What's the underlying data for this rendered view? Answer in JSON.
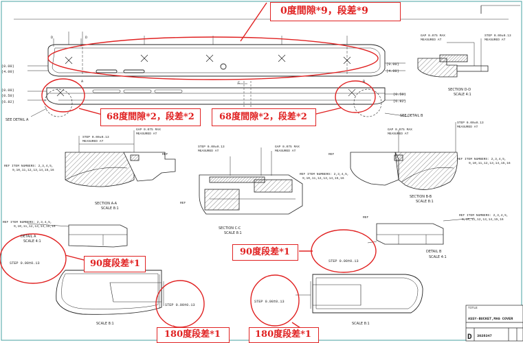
{
  "annotations": {
    "top": "0度間隙*9，段差*9",
    "left68": "68度間隙*2，段差*2",
    "right68": "68度間隙*2，段差*2",
    "left90": "90度段差*1",
    "right90": "90度段差*1",
    "left180": "180度段差*1",
    "right180": "180度段差*1"
  },
  "drawing": {
    "see_detail_a": "SEE DETAIL  A",
    "see_detail_b": "SEE DETAIL  B",
    "section_a": "SECTION  A-A",
    "section_b": "SECTION  B-B",
    "section_c": "SECTION  C-C",
    "section_d": "SECTION  D-D",
    "detail_a": "DETAIL  A",
    "detail_b": "DETAIL  B",
    "scale_8": "SCALE  8:1",
    "scale_4": "SCALE  4:1",
    "gap_note_1": "GAP 0.075 MAX",
    "gap_note_2": "MEASURED AT",
    "step_note_1": "STEP 0.00±0.13",
    "step_note_2": "MEASURED AT",
    "step_inline": "STEP 0.00±0.13",
    "ref_items": "REF ITEM NUMBERS: 2,3,4,5,",
    "ref_items_2": "9,10,11,12,13,14,15,16",
    "ref": "REF",
    "dims_left": [
      "(0.00)",
      "(4.00)",
      "(0.00)",
      "(0.50)",
      "(6.82)"
    ],
    "dims_right": [
      "(9.00)",
      "(4.00)",
      "(0.50)",
      "(6.82)"
    ],
    "title_block_label": "TITLE",
    "title_block_name": "ASSY-BUCKET,MAG COVER",
    "title_block_size": "D",
    "title_block_no": "3028347",
    "letter_a": "A",
    "letter_b": "B",
    "letter_c": "C",
    "letter_d": "D"
  },
  "colors": {
    "annotation": "#e02020",
    "line": "#222222",
    "frame_accent": "#46a0a0"
  }
}
